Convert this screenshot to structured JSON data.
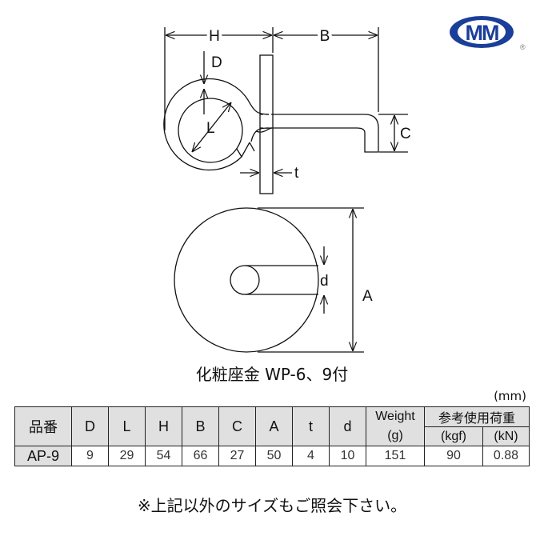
{
  "logo": {
    "text": "MM",
    "registered": "®",
    "color": "#1a3f9a"
  },
  "drawing": {
    "labels": {
      "H": "H",
      "B": "B",
      "D": "D",
      "L": "L",
      "C": "C",
      "t": "t",
      "d": "d",
      "A": "A"
    }
  },
  "caption": "化粧座金 WP-6、9付",
  "unit": "(mm)",
  "table": {
    "headers": {
      "part_no": "品番",
      "D": "D",
      "L": "L",
      "H": "H",
      "B": "B",
      "C": "C",
      "A": "A",
      "t": "t",
      "d": "d",
      "weight": "Weight",
      "weight_unit": "(g)",
      "load": "参考使用荷重",
      "load_kgf": "(kgf)",
      "load_kn": "(kN)"
    },
    "rows": [
      {
        "part_no": "AP-9",
        "D": "9",
        "L": "29",
        "H": "54",
        "B": "66",
        "C": "27",
        "A": "50",
        "t": "4",
        "d": "10",
        "weight": "151",
        "kgf": "90",
        "kn": "0.88"
      }
    ]
  },
  "note": "※上記以外のサイズもご照会下さい。"
}
